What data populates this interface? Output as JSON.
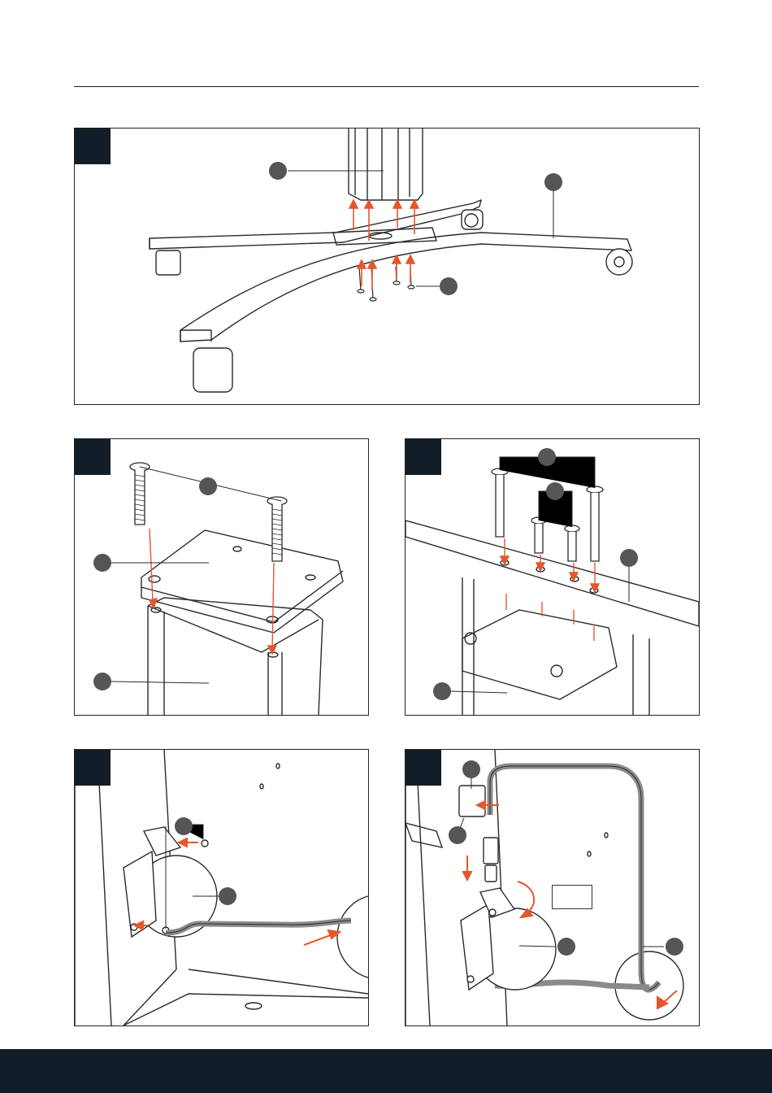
{
  "colors": {
    "accent_arrow": "#e4572e",
    "callout": "#555555",
    "step_tab": "#121d27",
    "footer": "#121d27",
    "line": "#2a2a2a"
  },
  "panels": [
    {
      "name": "panel-base-assembly",
      "step_label": ""
    },
    {
      "name": "panel-plate-mount",
      "step_label": ""
    },
    {
      "name": "panel-bracket-mount",
      "step_label": ""
    },
    {
      "name": "panel-reel-mount",
      "step_label": ""
    },
    {
      "name": "panel-cable-routing",
      "step_label": ""
    }
  ],
  "blank_label_box": ""
}
